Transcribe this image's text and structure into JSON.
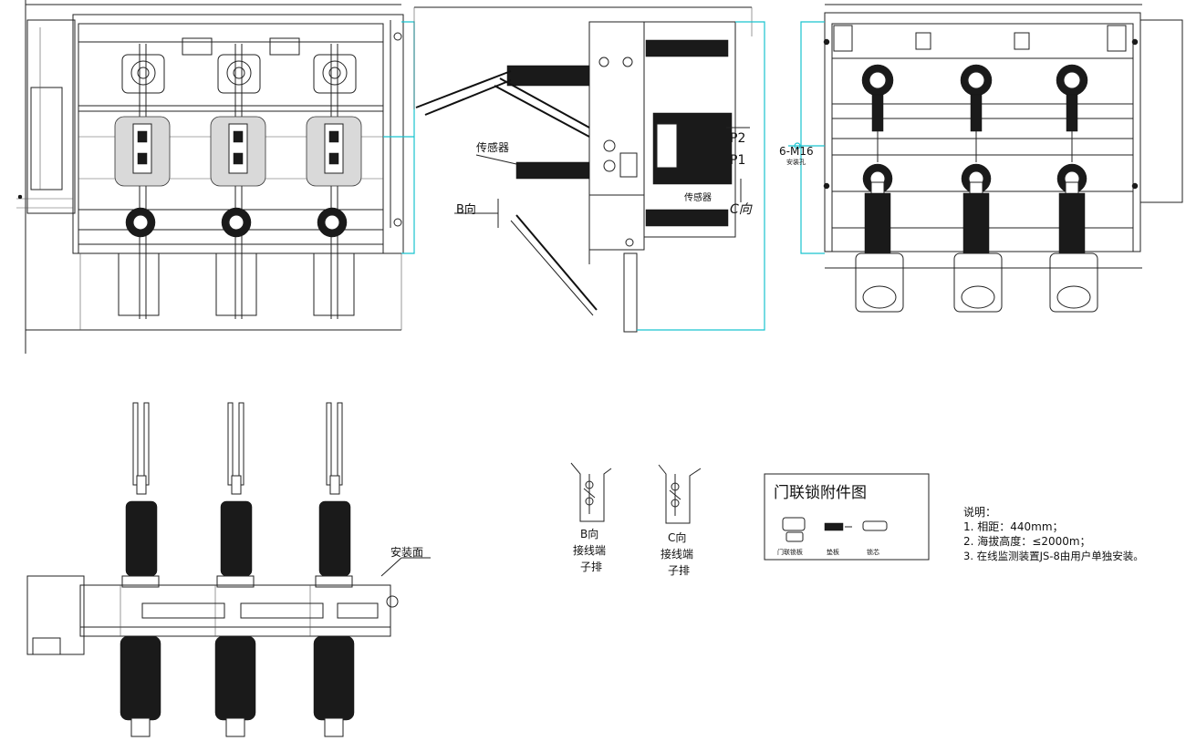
{
  "labels": {
    "sensor_left": "传感器",
    "sensor_right": "传感器",
    "direction_b": "B向",
    "direction_c": "C向",
    "p2": "P2",
    "p1": "P1",
    "mount_holes": "6-M16",
    "mount_holes_sub": "安装孔",
    "install_face": "安装面"
  },
  "terminal_views": [
    {
      "line1": "B向",
      "line2": "接线端",
      "line3": "子排"
    },
    {
      "line1": "C向",
      "line2": "接线端",
      "line3": "子排"
    }
  ],
  "door_lock": {
    "title": "门联锁附件图",
    "items": [
      "门联锁板",
      "垫板",
      "锁芯"
    ]
  },
  "notes": {
    "heading": "说明：",
    "lines": [
      "1. 相距：440mm；",
      "2. 海拔高度：≤2000m；",
      "3. 在线监测装置JS-8由用户单独安装。"
    ]
  }
}
